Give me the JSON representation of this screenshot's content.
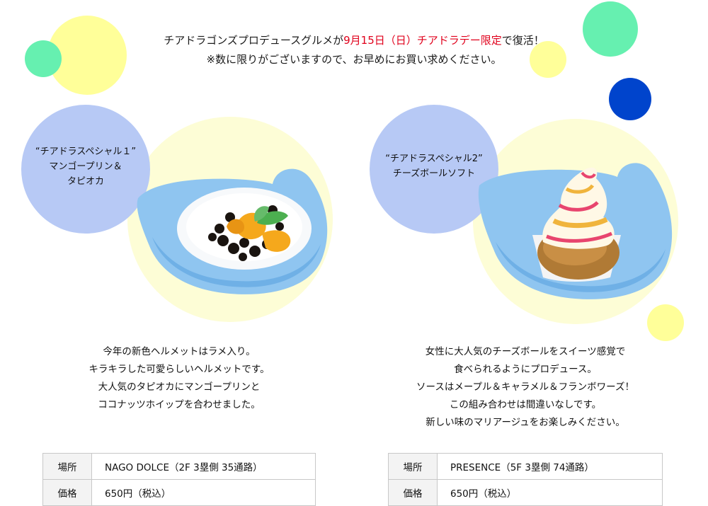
{
  "headline": {
    "line1_prefix": "チアドラゴンズプロデュースグルメが",
    "line1_highlight": "9月15日（日）チアドラデー限定",
    "line1_suffix": "で復活！",
    "line2": "※数に限りがございますので、お早めにお買い求めください。",
    "highlight_color": "#e0001b"
  },
  "colors": {
    "yellow": "#ffff99",
    "pale_yellow": "#fdfdd6",
    "mint": "#66f0b0",
    "blue": "#0044cc",
    "periwinkle": "#b7c9f5",
    "cup_blue": "#8fc5f0"
  },
  "items": [
    {
      "name_line1": "“チアドラスペシャル１”",
      "name_line2": "マンゴープリン＆",
      "name_line3": "タピオカ",
      "icon": "mango-pudding-tapioca-cup-icon",
      "desc": [
        "今年の新色ヘルメットはラメ入り。",
        "キラキラした可愛らしいヘルメットです。",
        "大人気のタピオカにマンゴープリンと",
        "ココナッツホイップを合わせました。"
      ],
      "place_label": "場所",
      "place_value": "NAGO DOLCE（2F 3塁側 35通路）",
      "price_label": "価格",
      "price_value": "650円（税込）"
    },
    {
      "name_line1": "“チアドラスペシャル2”",
      "name_line2": "チーズボールソフト",
      "icon": "cheese-ball-soft-serve-cup-icon",
      "desc": [
        "女性に大人気のチーズボールをスイーツ感覚で",
        "食べられるようにプロデュース。",
        "ソースはメープル＆キャラメル＆フランボワーズ！",
        "この組み合わせは間違いなしです。",
        "新しい味のマリアージュをお楽しみください。"
      ],
      "place_label": "場所",
      "place_value": "PRESENCE（5F 3塁側 74通路）",
      "price_label": "価格",
      "price_value": "650円（税込）"
    }
  ]
}
